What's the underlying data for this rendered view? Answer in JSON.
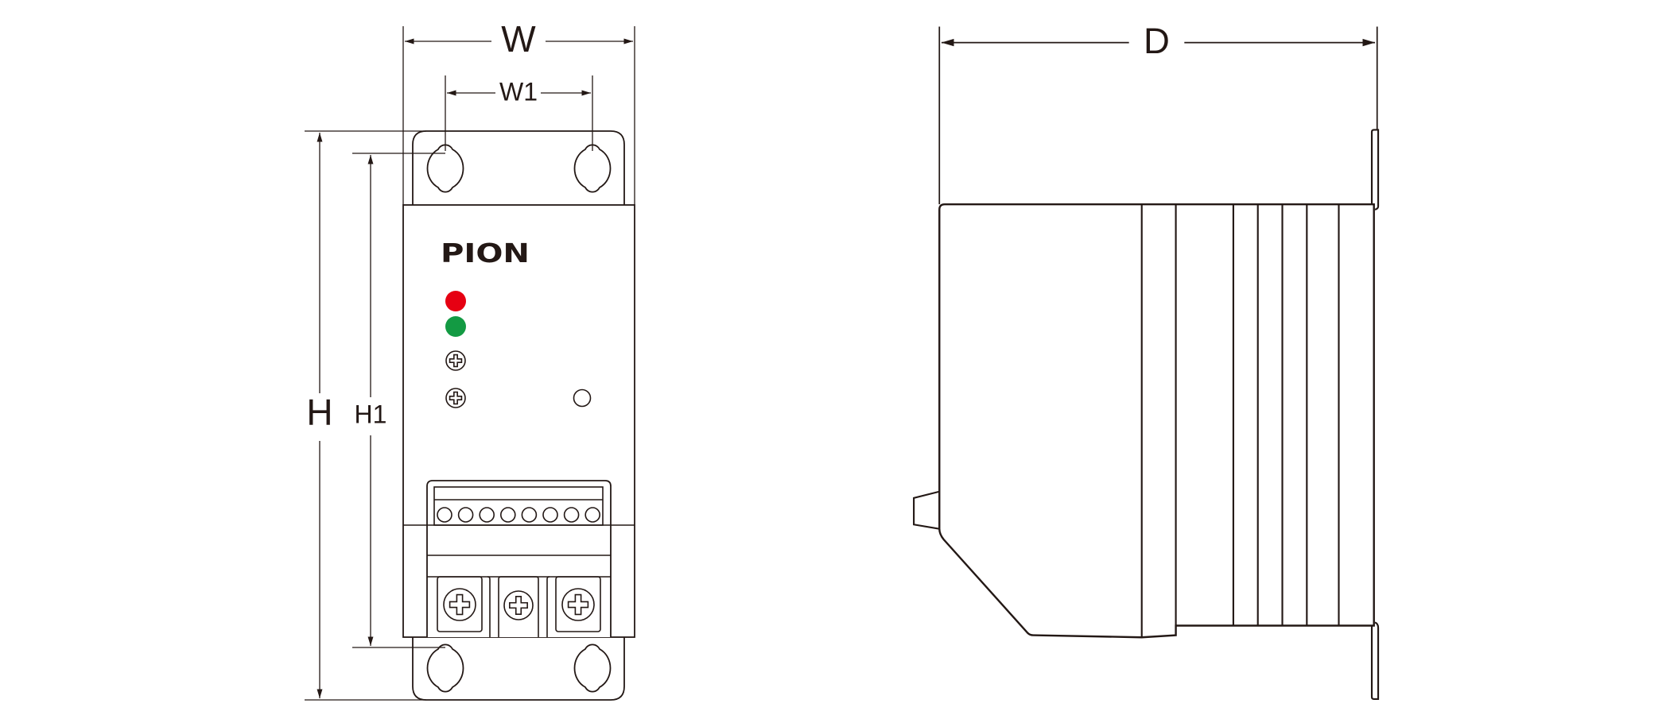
{
  "drawing": {
    "brand_logo": "PION",
    "dimensions": {
      "width": "W",
      "width_mount": "W1",
      "height": "H",
      "height_mount": "H1",
      "depth": "D"
    },
    "indicators": {
      "led_red_color": "#e60012",
      "led_green_color": "#139a43"
    },
    "control_terminal_count": 8,
    "power_terminal_count": 3
  }
}
